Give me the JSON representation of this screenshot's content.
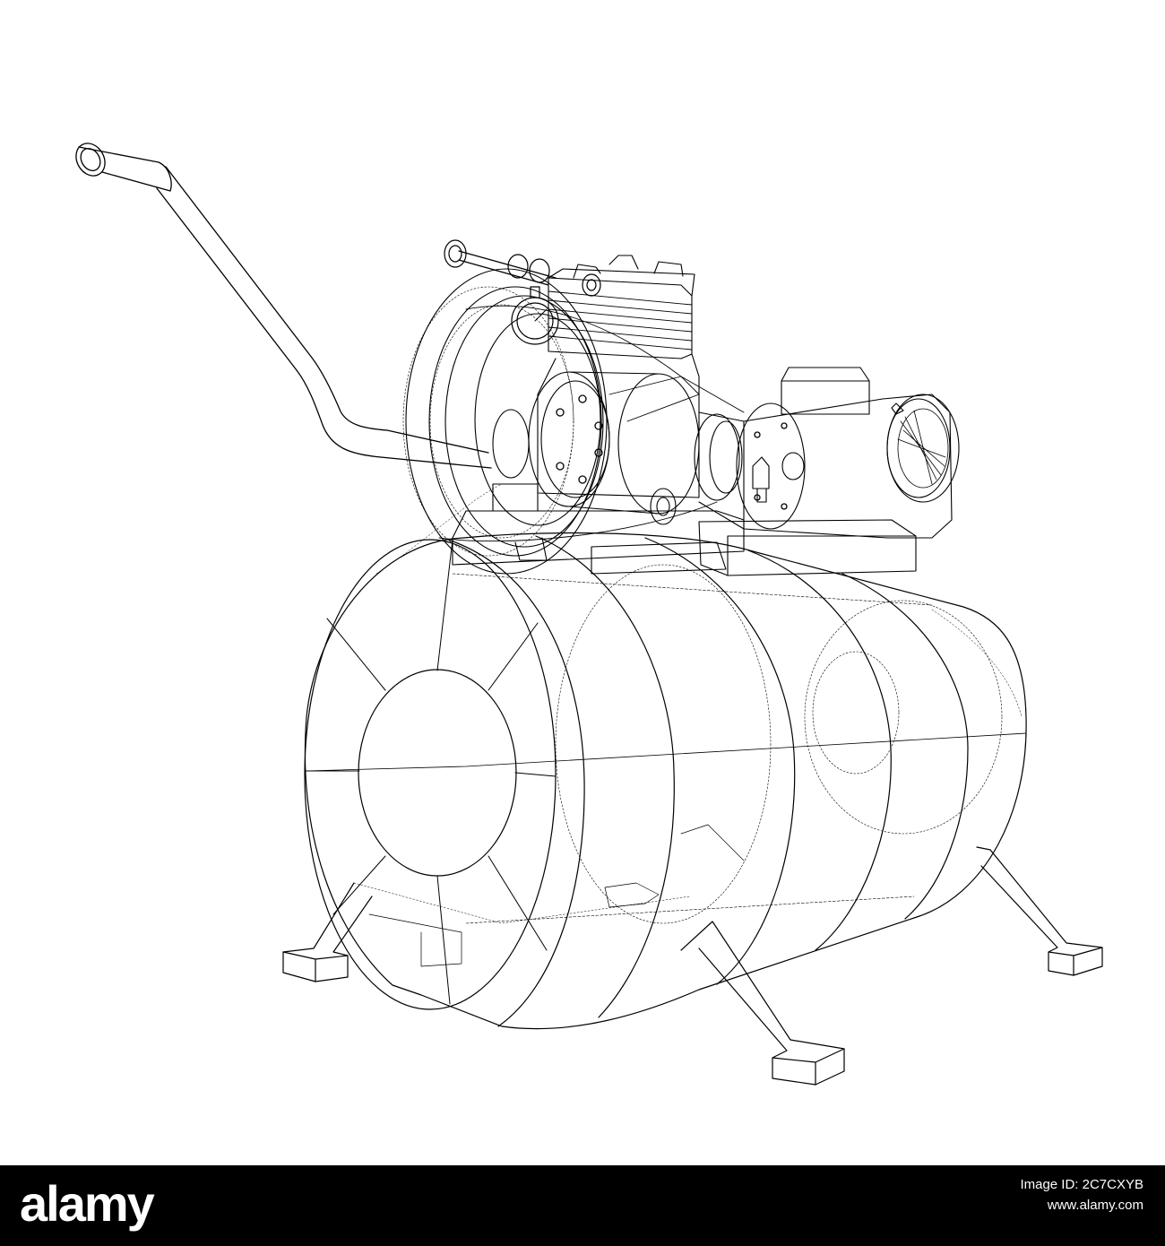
{
  "image": {
    "subject": "air-compressor-wireframe",
    "line_color": "#000000",
    "background_color": "#ffffff"
  },
  "watermark": {
    "logo_text": "alamy",
    "image_id": "Image ID: 2C7CXYB",
    "url": "www.alamy.com",
    "bar_color": "#000000",
    "text_color": "#ffffff"
  }
}
